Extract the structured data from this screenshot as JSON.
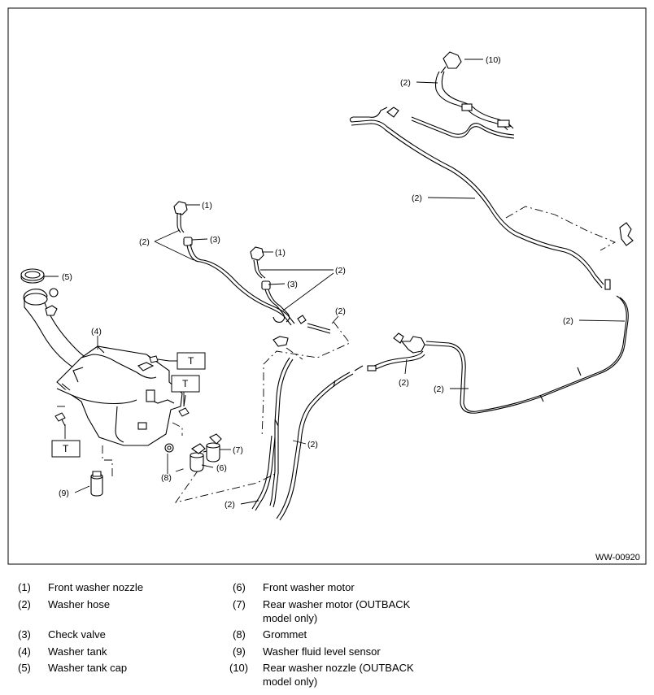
{
  "diagram": {
    "code": "WW-00920",
    "callouts": {
      "c1": "(1)",
      "c2": "(2)",
      "c3": "(3)",
      "c4": "(4)",
      "c5": "(5)",
      "c6": "(6)",
      "c7": "(7)",
      "c8": "(8)",
      "c9": "(9)",
      "c10": "(10)"
    },
    "torque_mark": "T"
  },
  "legend": {
    "left": [
      {
        "num": "(1)",
        "text": "Front washer nozzle"
      },
      {
        "num": "(2)",
        "text": "Washer hose"
      },
      {
        "num": "(3)",
        "text": "Check valve"
      },
      {
        "num": "(4)",
        "text": "Washer tank"
      },
      {
        "num": "(5)",
        "text": "Washer tank cap"
      }
    ],
    "right": [
      {
        "num": "(6)",
        "text": "Front washer motor"
      },
      {
        "num": "(7)",
        "text": "Rear washer motor (OUTBACK model only)"
      },
      {
        "num": "(8)",
        "text": "Grommet"
      },
      {
        "num": "(9)",
        "text": "Washer fluid level sensor"
      },
      {
        "num": "(10)",
        "text": "Rear washer nozzle (OUTBACK model only)"
      }
    ]
  }
}
